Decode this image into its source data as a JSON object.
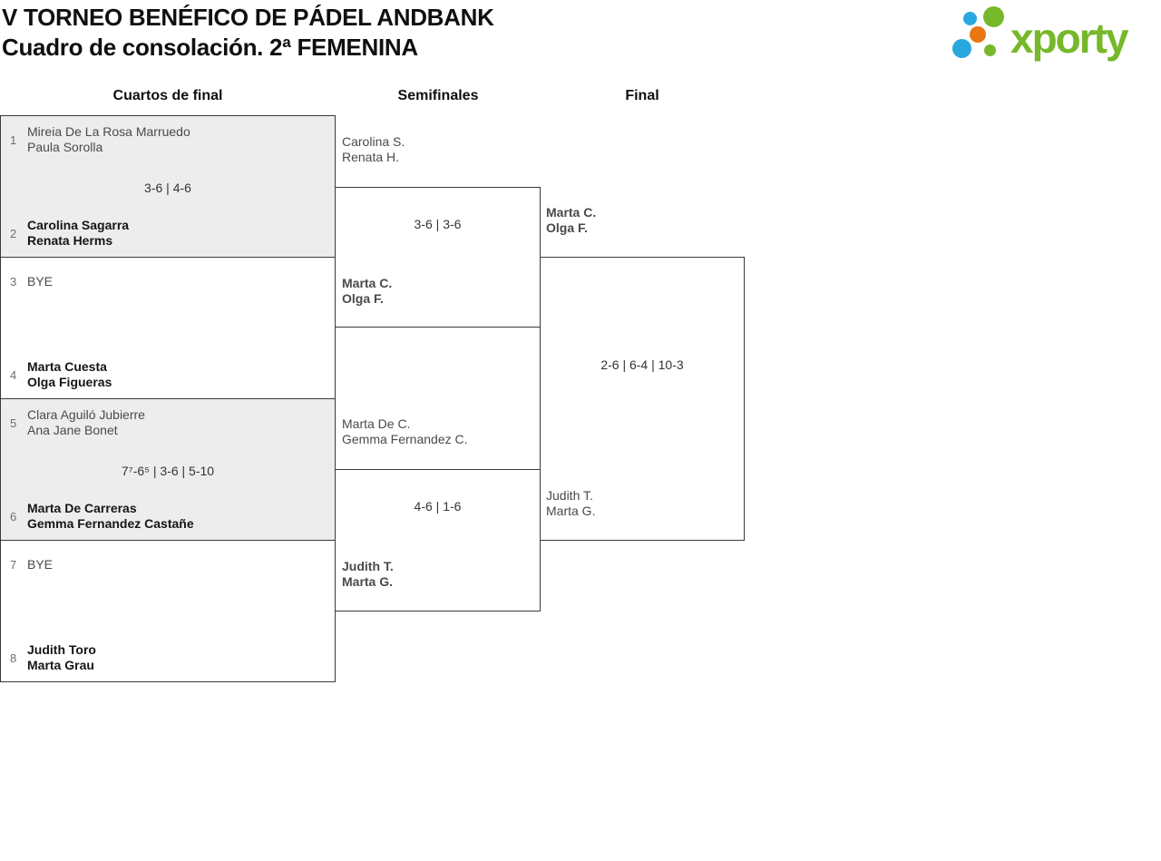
{
  "title": {
    "line1": "V TORNEO BENÉFICO DE PÁDEL ANDBANK",
    "line2": "Cuadro de consolación. 2ª FEMENINA"
  },
  "logo": {
    "text": "xporty",
    "colors": {
      "green": "#76b82a",
      "blue": "#29a8e0",
      "orange": "#e87716"
    }
  },
  "round_headers": [
    "Cuartos de final",
    "Semifinales",
    "Final"
  ],
  "bracket": {
    "quarterfinals": [
      {
        "top": {
          "seed": "1",
          "line1": "Mireia De La Rosa Marruedo",
          "line2": "Paula Sorolla",
          "winner": false
        },
        "score": "3-6 | 4-6",
        "bottom": {
          "seed": "2",
          "line1": "Carolina Sagarra",
          "line2": "Renata Herms",
          "winner": true
        }
      },
      {
        "top": {
          "seed": "3",
          "line1": "BYE",
          "winner": false
        },
        "score": "",
        "bottom": {
          "seed": "4",
          "line1": "Marta Cuesta",
          "line2": "Olga Figueras",
          "winner": true
        }
      },
      {
        "top": {
          "seed": "5",
          "line1": "Clara Aguiló Jubierre",
          "line2": "Ana Jane Bonet",
          "winner": false
        },
        "score": "7⁷-6⁵ | 3-6 | 5-10",
        "bottom": {
          "seed": "6",
          "line1": "Marta De Carreras",
          "line2": "Gemma Fernandez Castañe",
          "winner": true
        }
      },
      {
        "top": {
          "seed": "7",
          "line1": "BYE",
          "winner": false
        },
        "score": "",
        "bottom": {
          "seed": "8",
          "line1": "Judith Toro",
          "line2": "Marta Grau",
          "winner": true
        }
      }
    ],
    "semifinals": [
      {
        "top": {
          "line1": "Carolina S.",
          "line2": "Renata H.",
          "winner": false
        },
        "score": "3-6 | 3-6",
        "bottom": {
          "line1": "Marta C.",
          "line2": "Olga F.",
          "winner": true
        }
      },
      {
        "top": {
          "line1": "Marta De C.",
          "line2": "Gemma Fernandez C.",
          "winner": false
        },
        "score": "4-6 | 1-6",
        "bottom": {
          "line1": "Judith T.",
          "line2": "Marta G.",
          "winner": true
        }
      }
    ],
    "final": {
      "top": {
        "line1": "Marta C.",
        "line2": "Olga F.",
        "winner": true
      },
      "score": "2-6 | 6-4 | 10-3",
      "bottom": {
        "line1": "Judith T.",
        "line2": "Marta G.",
        "winner": false
      }
    }
  }
}
